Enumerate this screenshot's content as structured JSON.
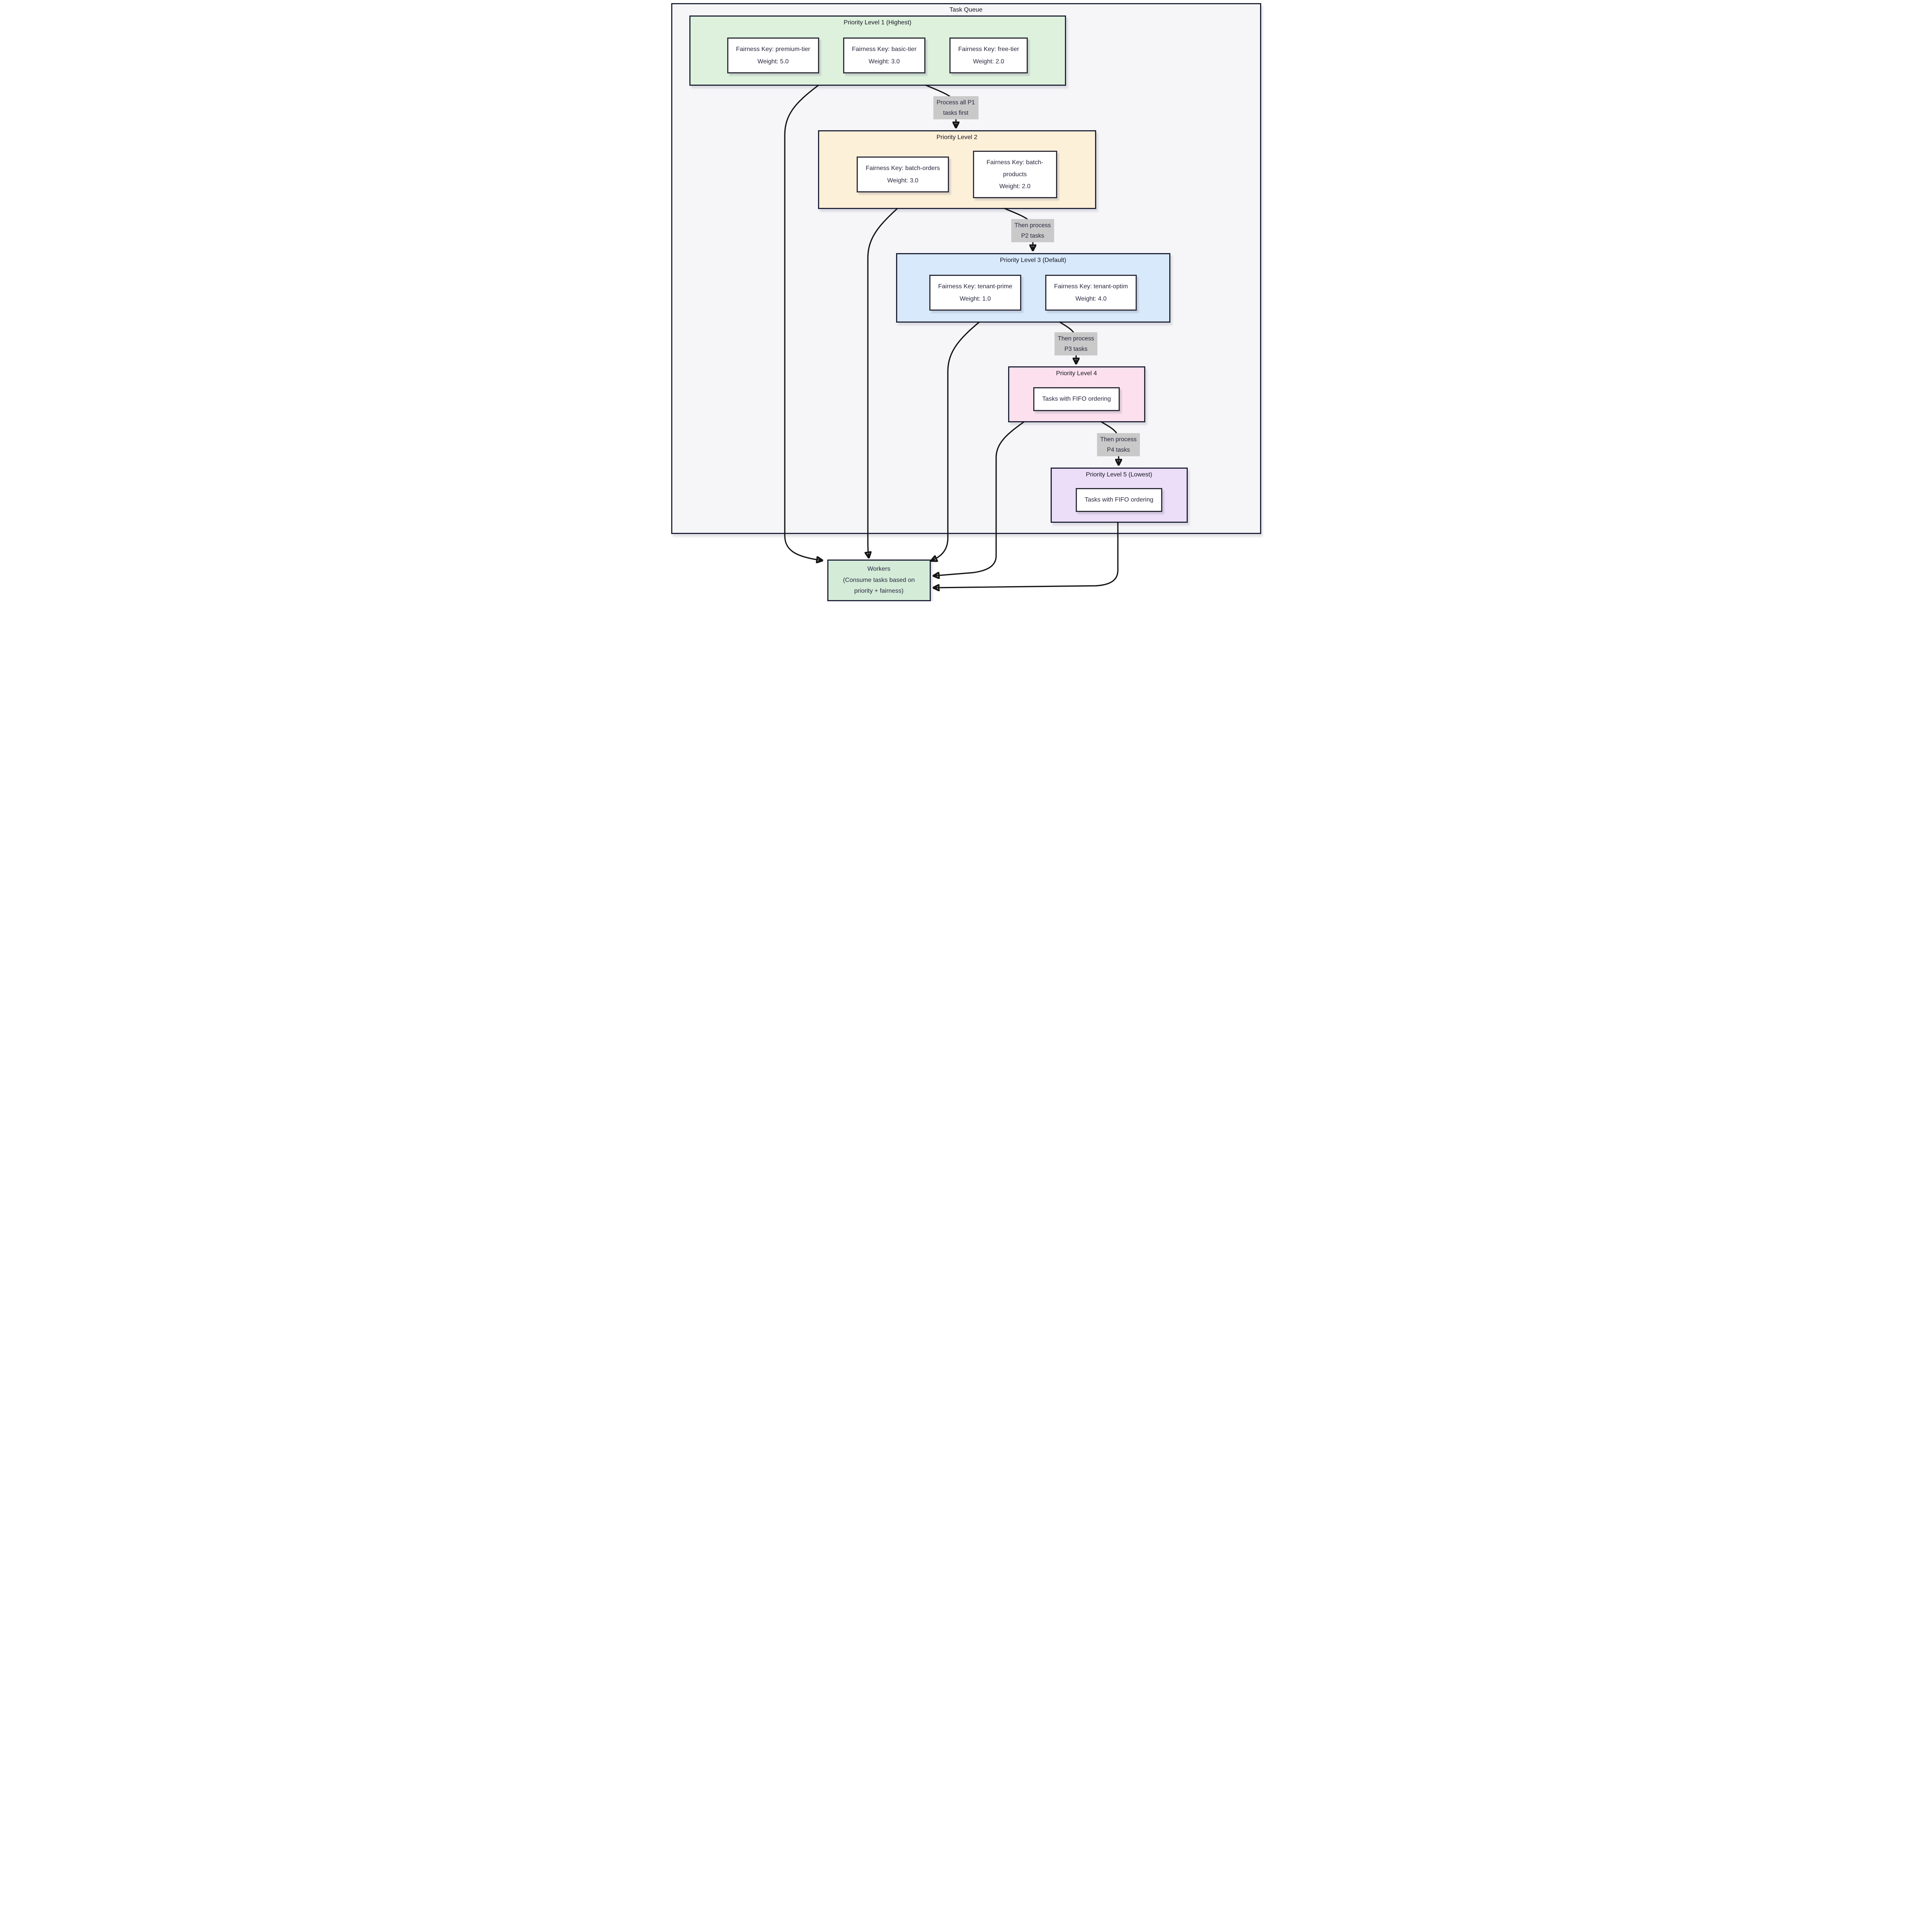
{
  "diagram": {
    "container_title": "Task Queue",
    "levels": [
      {
        "title": "Priority Level 1 (Highest)",
        "nodes": [
          {
            "label": "Fairness Key: premium-tier",
            "weight": "Weight: 5.0"
          },
          {
            "label": "Fairness Key: basic-tier",
            "weight": "Weight: 3.0"
          },
          {
            "label": "Fairness Key: free-tier",
            "weight": "Weight: 2.0"
          }
        ]
      },
      {
        "title": "Priority Level 2",
        "nodes": [
          {
            "label": "Fairness Key: batch-orders",
            "weight": "Weight: 3.0"
          },
          {
            "label": "Fairness Key: batch-products",
            "weight": "Weight: 2.0"
          }
        ]
      },
      {
        "title": "Priority Level 3 (Default)",
        "nodes": [
          {
            "label": "Fairness Key: tenant-prime",
            "weight": "Weight: 1.0"
          },
          {
            "label": "Fairness Key: tenant-optim",
            "weight": "Weight: 4.0"
          }
        ]
      },
      {
        "title": "Priority Level 4",
        "nodes": [
          {
            "label": "Tasks with FIFO ordering"
          }
        ]
      },
      {
        "title": "Priority Level 5 (Lowest)",
        "nodes": [
          {
            "label": "Tasks with FIFO ordering"
          }
        ]
      }
    ],
    "edge_labels": [
      {
        "line1": "Process all P1",
        "line2": "tasks first"
      },
      {
        "line1": "Then process",
        "line2": "P2 tasks"
      },
      {
        "line1": "Then process",
        "line2": "P3 tasks"
      },
      {
        "line1": "Then process",
        "line2": "P4 tasks"
      }
    ],
    "workers": {
      "line1": "Workers",
      "line2": "(Consume tasks based on",
      "line3": "priority + fairness)"
    },
    "colors": {
      "outer_bg": "#f6f6f9",
      "level1_bg": "#ddf1dd",
      "level2_bg": "#fdf0d8",
      "level3_bg": "#d8e9fc",
      "level4_bg": "#fce0ee",
      "level5_bg": "#ecdef8",
      "workers_bg": "#d4ebd8",
      "node_bg": "#ffffff",
      "border": "#212539",
      "edge_label_bg": "#c9c9c9",
      "arrow": "#141414",
      "text": "#28283f"
    }
  }
}
